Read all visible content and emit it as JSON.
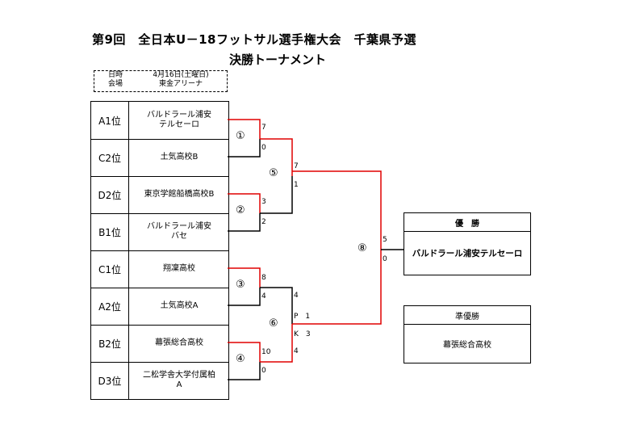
{
  "header": {
    "title": "第9回　全日本U－18フットサル選手権大会　千葉県予選",
    "subtitle": "決勝トーナメント"
  },
  "info": {
    "date_label": "日時",
    "date_value": "4月16日(土曜日)",
    "venue_label": "会場",
    "venue_value": "東金アリーナ"
  },
  "slots": [
    {
      "seed": "A1位",
      "team": "バルドラール浦安\nテルセーロ"
    },
    {
      "seed": "C2位",
      "team": "土気高校B"
    },
    {
      "seed": "D2位",
      "team": "東京学館船橋高校B"
    },
    {
      "seed": "B1位",
      "team": "バルドラール浦安\nバセ"
    },
    {
      "seed": "C1位",
      "team": "翔凜高校"
    },
    {
      "seed": "A2位",
      "team": "土気高校A"
    },
    {
      "seed": "B2位",
      "team": "幕張総合高校"
    },
    {
      "seed": "D3位",
      "team": "二松学舎大学付属柏\nA"
    }
  ],
  "matches": [
    {
      "label": "①",
      "top_score": "7",
      "bottom_score": "0"
    },
    {
      "label": "②",
      "top_score": "3",
      "bottom_score": "2"
    },
    {
      "label": "③",
      "top_score": "8",
      "bottom_score": "4"
    },
    {
      "label": "④",
      "top_score": "10",
      "bottom_score": "0"
    },
    {
      "label": "⑤",
      "top_score": "7",
      "bottom_score": "1"
    },
    {
      "label": "⑥",
      "top_score": "4",
      "bottom_score": "4",
      "pk_top": "P　1",
      "pk_bottom": "K　3"
    },
    {
      "label": "⑧",
      "top_score": "5",
      "bottom_score": "0"
    }
  ],
  "results": {
    "champion_label": "優　勝",
    "champion": "バルドラール浦安テルセーロ",
    "runnerup_label": "準優勝",
    "runnerup": "幕張総合高校"
  },
  "colors": {
    "winner_line": "#e00000",
    "line": "#000000"
  }
}
